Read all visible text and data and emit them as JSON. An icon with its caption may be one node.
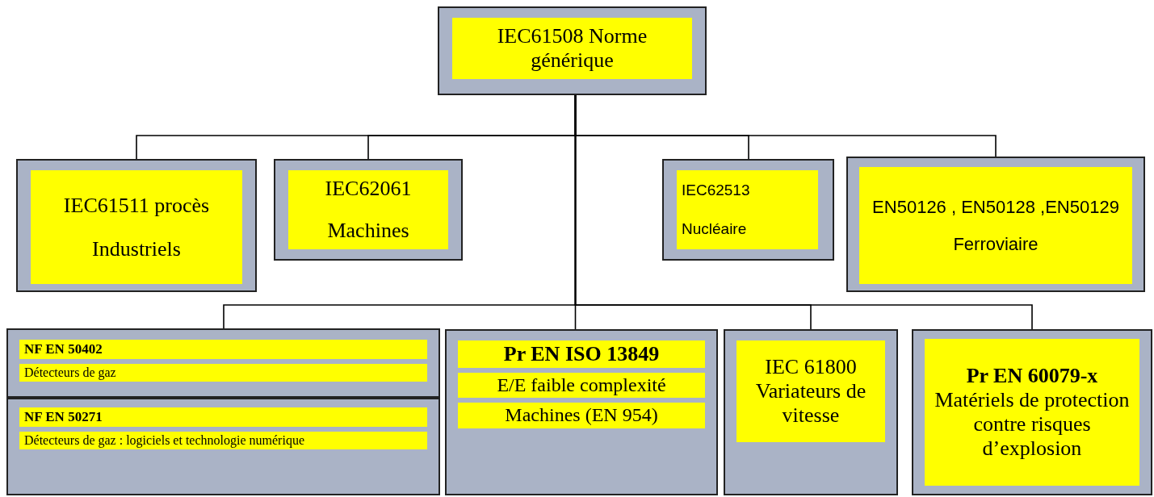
{
  "diagram": {
    "nodes": [
      {
        "text": [
          "IEC61508 Norme générique"
        ]
      },
      {
        "text": [
          "IEC61511 procès",
          "Industriels"
        ]
      },
      {
        "text": [
          "IEC62061",
          "Machines"
        ]
      },
      {
        "text": [
          "IEC62513",
          "Nucléaire"
        ]
      },
      {
        "text": [
          "EN50126 , EN50128 ,EN50129",
          "Ferroviaire"
        ]
      },
      {
        "text": [
          "NF EN 50402",
          "Détecteurs de gaz"
        ]
      },
      {
        "text": [
          "NF EN 50271",
          "Détecteurs de gaz : logiciels et technologie numérique"
        ]
      },
      {
        "text": [
          "Pr EN ISO 13849",
          "E/E faible complexité",
          "Machines (EN 954)"
        ]
      },
      {
        "text": [
          "IEC 61800",
          "Variateurs de vitesse"
        ]
      },
      {
        "text": [
          "Pr EN 60079-x",
          "Matériels de protection contre risques d’explosion"
        ]
      }
    ],
    "edges": [
      {
        "from": 0,
        "to": 1,
        "arrow": "none"
      },
      {
        "from": 0,
        "to": 2,
        "arrow": "none"
      },
      {
        "from": 0,
        "to": 3,
        "arrow": "none"
      },
      {
        "from": 0,
        "to": 4,
        "arrow": "none"
      },
      {
        "from": 0,
        "to": 5,
        "arrow": "none"
      },
      {
        "from": 0,
        "to": 7,
        "arrow": "none"
      },
      {
        "from": 0,
        "to": 8,
        "arrow": "none"
      },
      {
        "from": 0,
        "to": 9,
        "arrow": "none"
      }
    ]
  }
}
